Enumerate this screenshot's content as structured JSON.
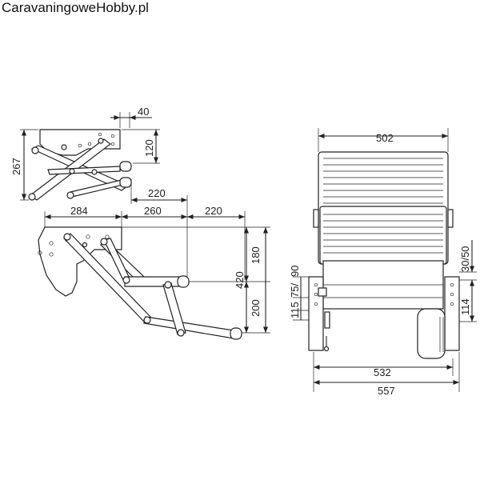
{
  "header": {
    "brand": "CaravaningoweHobby.pl"
  },
  "dimensions": {
    "side_folded": {
      "top_width": "40",
      "right_height": "120",
      "left_height": "267"
    },
    "side_extended": {
      "top_extra": "220",
      "widths": [
        "284",
        "260",
        "220"
      ],
      "heights_right": [
        "180",
        "200"
      ],
      "total_height": "420"
    },
    "front": {
      "top_width": "502",
      "left_a": "90",
      "left_b": "75/",
      "left_c": "115",
      "right_a": "30/50",
      "right_b": "114",
      "bottom_inner": "532",
      "bottom_outer": "557"
    }
  }
}
